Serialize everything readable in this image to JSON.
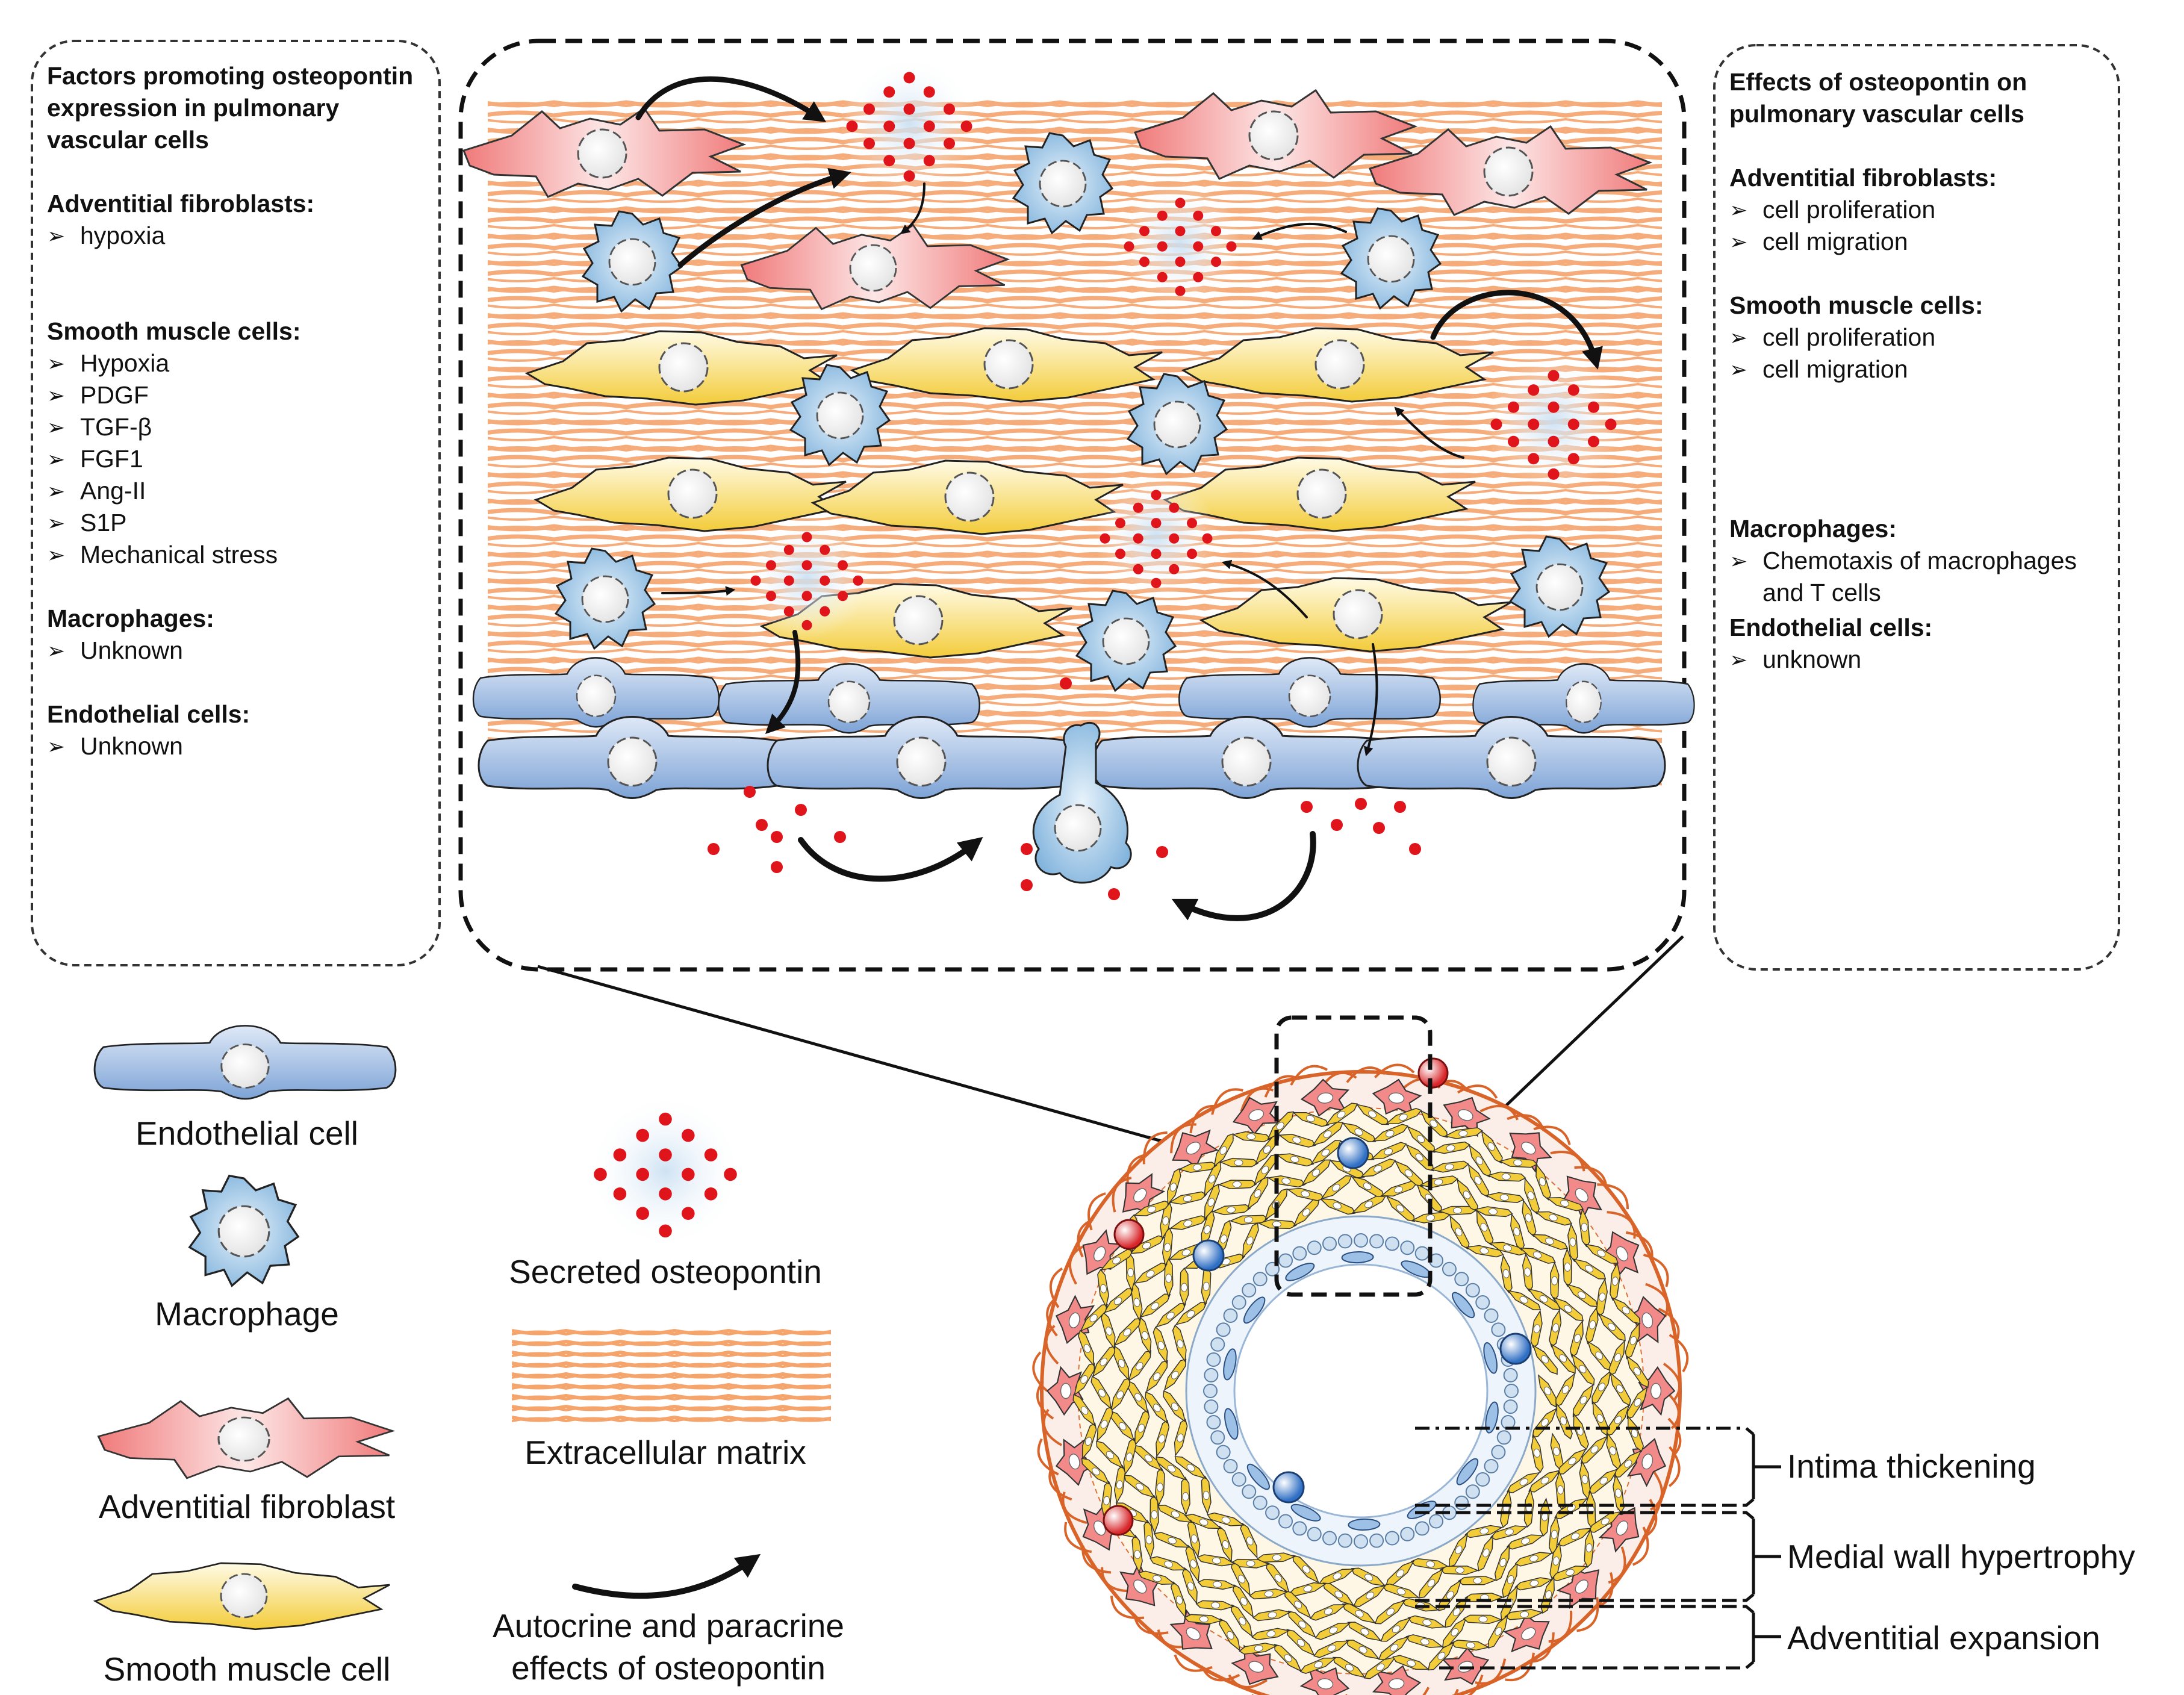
{
  "left_panel": {
    "title": "Factors promoting osteopontin expression in pulmonary vascular cells",
    "sections": [
      {
        "heading": "Adventitial fibroblasts:",
        "items": [
          "hypoxia"
        ]
      },
      {
        "heading": "Smooth muscle cells:",
        "items": [
          "Hypoxia",
          "PDGF",
          "TGF-β",
          "FGF1",
          "Ang-II",
          "S1P",
          "Mechanical stress"
        ]
      },
      {
        "heading": "Macrophages:",
        "items": [
          "Unknown"
        ]
      },
      {
        "heading": "Endothelial cells:",
        "items": [
          "Unknown"
        ]
      }
    ]
  },
  "right_panel": {
    "title": "Effects of osteopontin on pulmonary vascular cells",
    "sections": [
      {
        "heading": "Adventitial fibroblasts:",
        "items": [
          "cell proliferation",
          "cell migration"
        ]
      },
      {
        "heading": "Smooth muscle cells:",
        "items": [
          "cell proliferation",
          "cell migration"
        ]
      },
      {
        "heading": "Macrophages:",
        "items": [
          "Chemotaxis of macrophages and T cells"
        ]
      },
      {
        "heading": "Endothelial cells:",
        "items": [
          "unknown"
        ]
      }
    ]
  },
  "legend": {
    "endothelial": "Endothelial cell",
    "macrophage": "Macrophage",
    "fibroblast": "Adventitial fibroblast",
    "smooth_muscle": "Smooth muscle cell",
    "osteopontin": "Secreted osteopontin",
    "ecm": "Extracellular matrix",
    "effects_line1": "Autocrine and paracrine",
    "effects_line2": "effects of osteopontin"
  },
  "vessel_regions": {
    "intima": "Intima thickening",
    "media": "Medial wall hypertrophy",
    "adventitia": "Adventitial expansion"
  },
  "colors": {
    "endothelial": "#a9c4e6",
    "macrophage": "#a8cdea",
    "fibroblast": "#f3a3a3",
    "smooth_muscle": "#f6d763",
    "osteopontin": "#e0141b",
    "ecm": "#f5a46c",
    "adventitia_outline": "#d9642a"
  }
}
